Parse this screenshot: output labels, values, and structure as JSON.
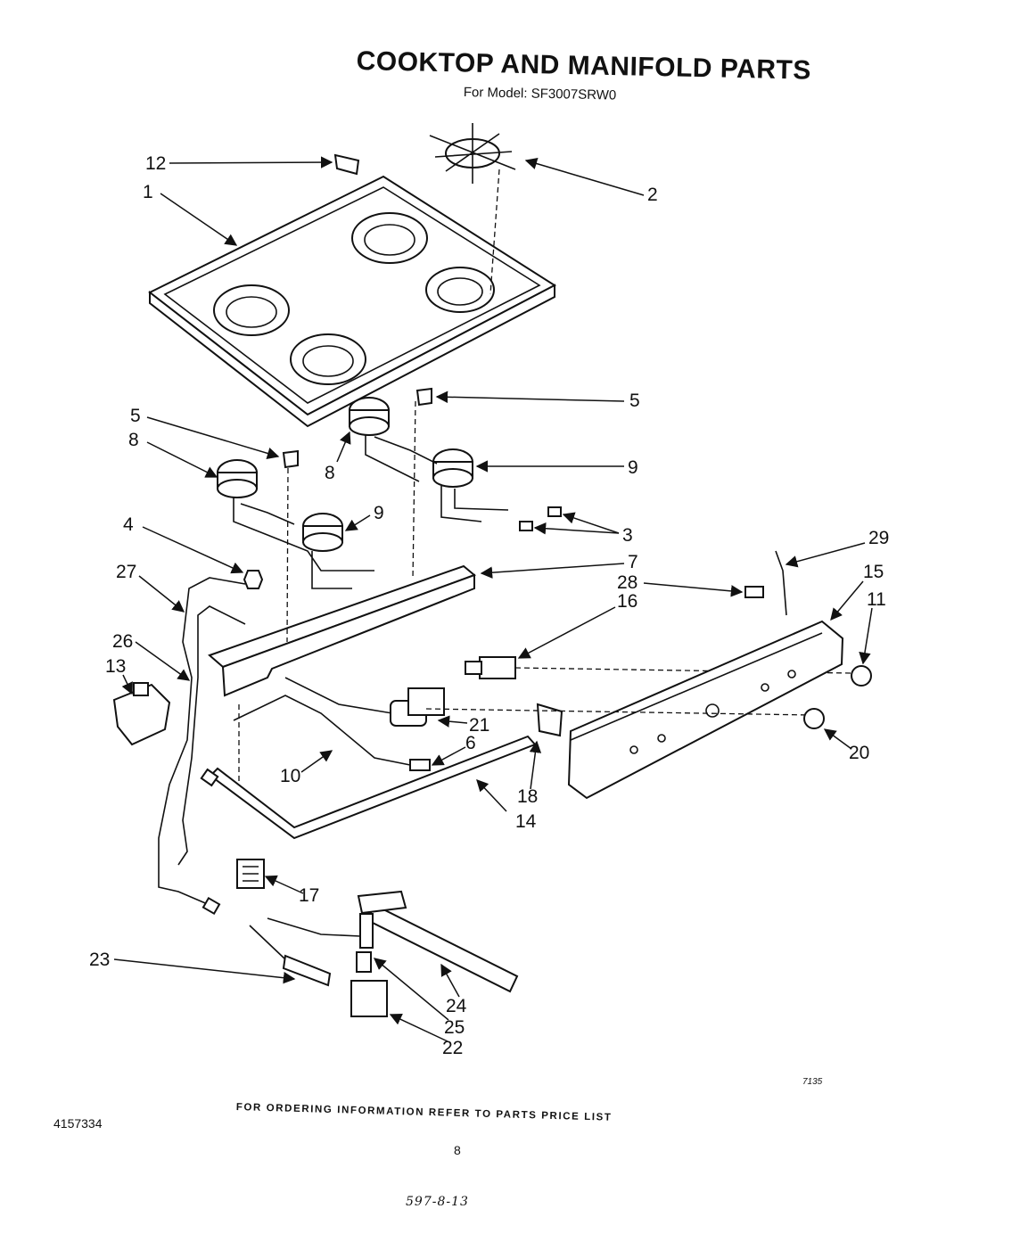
{
  "header": {
    "title": "COOKTOP AND MANIFOLD PARTS",
    "subtitle": "For Model: SF3007SRW0"
  },
  "callouts": [
    "12",
    "1",
    "2",
    "5",
    "5",
    "8",
    "8",
    "9",
    "9",
    "3",
    "4",
    "7",
    "27",
    "29",
    "28",
    "16",
    "15",
    "11",
    "26",
    "13",
    "21",
    "6",
    "20",
    "10",
    "18",
    "14",
    "17",
    "23",
    "24",
    "25",
    "22"
  ],
  "footer": {
    "doc_code": "7135",
    "doc_number": "4157334",
    "note": "FOR ORDERING INFORMATION REFER TO PARTS PRICE LIST",
    "page_number": "8",
    "handwritten": "597-8-13"
  }
}
